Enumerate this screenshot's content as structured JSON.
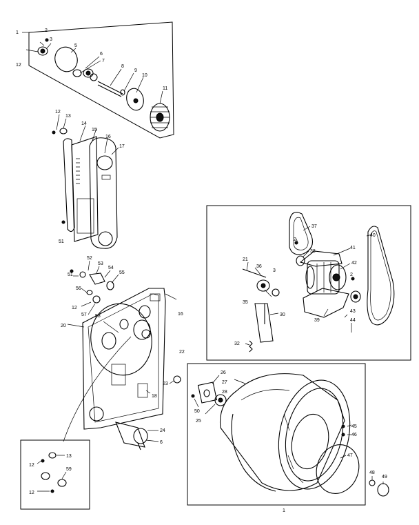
{
  "callouts": {
    "c1": "1",
    "c2": "2",
    "c3": "3",
    "c5": "5",
    "c6": "6",
    "c7": "7",
    "c8": "8",
    "c9": "9",
    "c10": "10",
    "c11": "11",
    "c12": "12",
    "c13": "13",
    "c14": "14",
    "c15": "15",
    "c16": "16",
    "c17": "17",
    "c18": "18",
    "c20": "20",
    "c21": "21",
    "c22": "22",
    "c23": "23",
    "c24": "24",
    "c25": "25",
    "c26": "26",
    "c27": "27",
    "c28": "28",
    "c30": "30",
    "c32": "32",
    "c35": "35",
    "c36": "36",
    "c37": "37",
    "c38": "38",
    "c39": "39",
    "c40": "40",
    "c41": "41",
    "c42": "42",
    "c43": "43",
    "c44": "44",
    "c45": "45",
    "c46": "46",
    "c47": "47",
    "c48": "48",
    "c49": "49",
    "c50": "50",
    "c51": "51",
    "c52": "52",
    "c53": "53",
    "c54": "54",
    "c55": "55",
    "c56": "56",
    "c57": "57",
    "c58": "58",
    "c59": "59"
  }
}
